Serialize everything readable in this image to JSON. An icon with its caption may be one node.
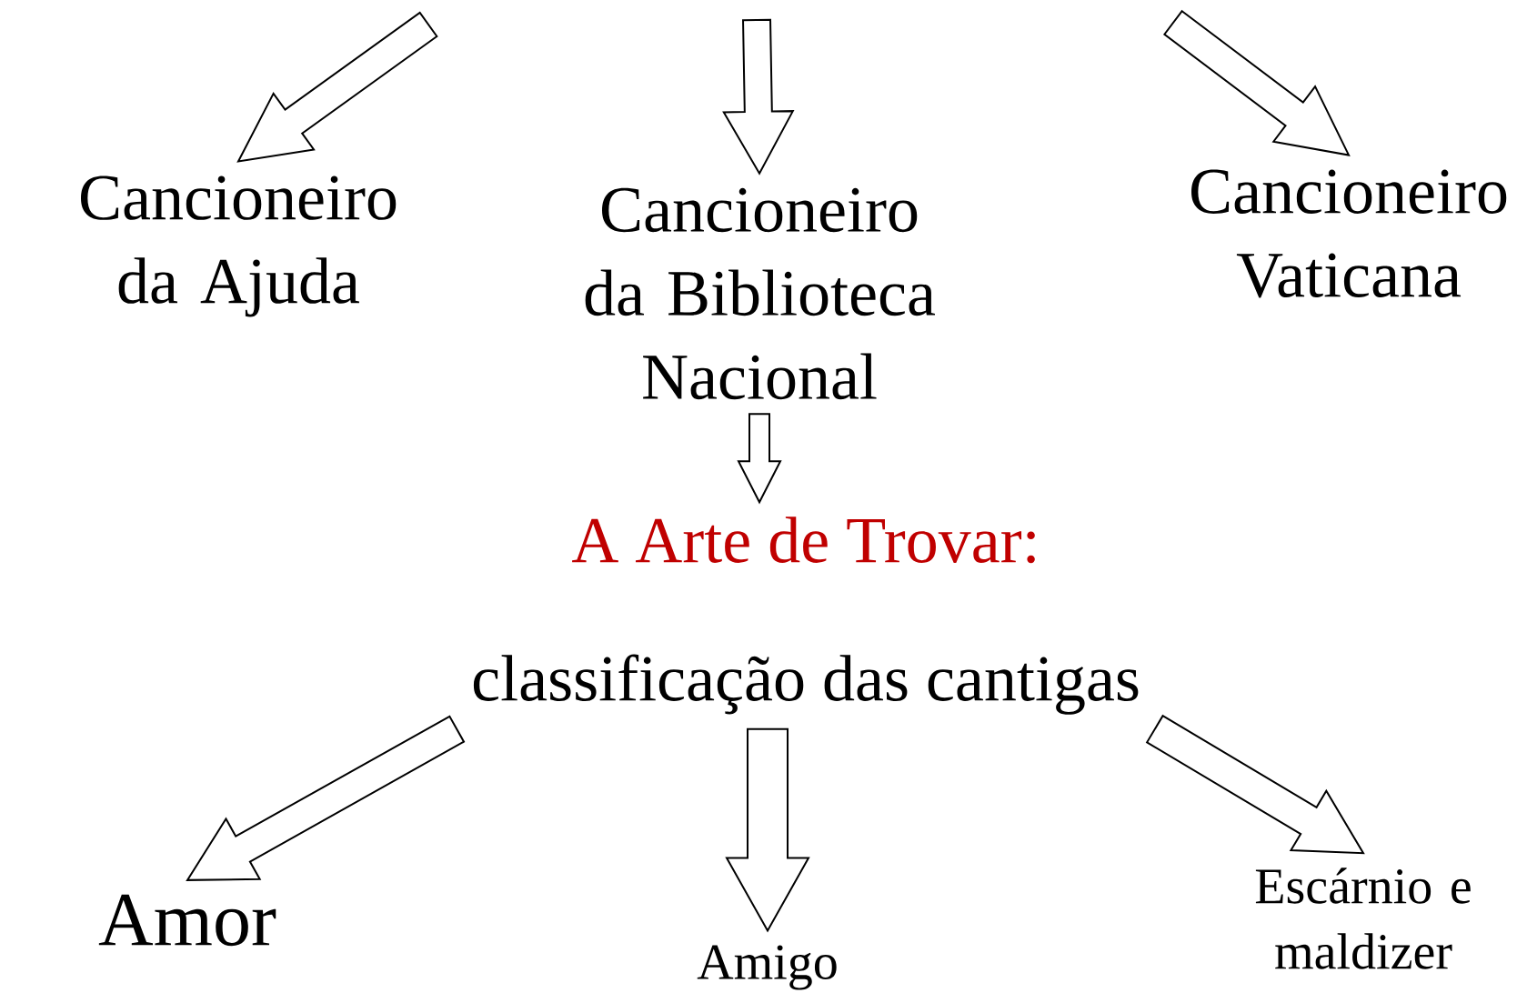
{
  "diagram": {
    "nodes": [
      {
        "text": [
          "Cancioneiro da Ajuda"
        ]
      },
      {
        "text": [
          "Cancioneiro da Biblioteca Nacional"
        ]
      },
      {
        "text": [
          "Cancioneiro Vaticana"
        ]
      },
      {
        "text": [
          "A Arte de Trovar:",
          "classificação das cantigas"
        ]
      },
      {
        "text": [
          "Amor"
        ]
      },
      {
        "text": [
          "Amigo"
        ]
      },
      {
        "text": [
          "Escárnio e maldizer"
        ]
      }
    ],
    "edges": [
      {
        "from": null,
        "to": 0,
        "arrow": "to"
      },
      {
        "from": null,
        "to": 1,
        "arrow": "to"
      },
      {
        "from": null,
        "to": 2,
        "arrow": "to"
      },
      {
        "from": 1,
        "to": 3,
        "arrow": "to"
      },
      {
        "from": 3,
        "to": 4,
        "arrow": "to"
      },
      {
        "from": 3,
        "to": 5,
        "arrow": "to"
      },
      {
        "from": 3,
        "to": 6,
        "arrow": "to"
      }
    ]
  }
}
